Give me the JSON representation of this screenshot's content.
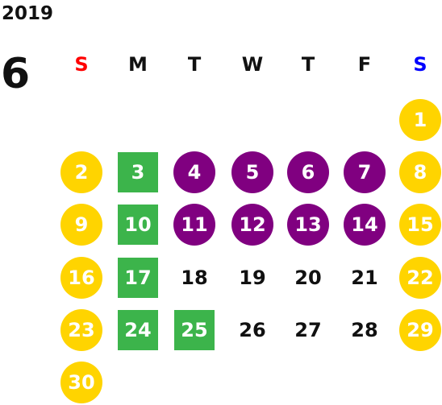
{
  "calendar": {
    "year": "2019",
    "month": "6",
    "weekdays": [
      {
        "label": "S",
        "color": "#ff0000"
      },
      {
        "label": "M",
        "color": "#111111"
      },
      {
        "label": "T",
        "color": "#111111"
      },
      {
        "label": "W",
        "color": "#111111"
      },
      {
        "label": "T",
        "color": "#111111"
      },
      {
        "label": "F",
        "color": "#111111"
      },
      {
        "label": "S",
        "color": "#0000ff"
      }
    ],
    "first_weekday_index": 6,
    "days": [
      {
        "day": "1",
        "style": "weekend"
      },
      {
        "day": "2",
        "style": "weekend"
      },
      {
        "day": "3",
        "style": "green"
      },
      {
        "day": "4",
        "style": "purple"
      },
      {
        "day": "5",
        "style": "purple"
      },
      {
        "day": "6",
        "style": "purple"
      },
      {
        "day": "7",
        "style": "purple"
      },
      {
        "day": "8",
        "style": "weekend"
      },
      {
        "day": "9",
        "style": "weekend"
      },
      {
        "day": "10",
        "style": "green"
      },
      {
        "day": "11",
        "style": "purple"
      },
      {
        "day": "12",
        "style": "purple"
      },
      {
        "day": "13",
        "style": "purple"
      },
      {
        "day": "14",
        "style": "purple"
      },
      {
        "day": "15",
        "style": "weekend"
      },
      {
        "day": "16",
        "style": "weekend"
      },
      {
        "day": "17",
        "style": "green"
      },
      {
        "day": "18",
        "style": "plain"
      },
      {
        "day": "19",
        "style": "plain"
      },
      {
        "day": "20",
        "style": "plain"
      },
      {
        "day": "21",
        "style": "plain"
      },
      {
        "day": "22",
        "style": "weekend"
      },
      {
        "day": "23",
        "style": "weekend"
      },
      {
        "day": "24",
        "style": "green"
      },
      {
        "day": "25",
        "style": "green"
      },
      {
        "day": "26",
        "style": "plain"
      },
      {
        "day": "27",
        "style": "plain"
      },
      {
        "day": "28",
        "style": "plain"
      },
      {
        "day": "29",
        "style": "weekend"
      },
      {
        "day": "30",
        "style": "weekend"
      }
    ],
    "colors": {
      "weekend": "#ffd400",
      "purple": "#800080",
      "green": "#3cb44b"
    }
  }
}
